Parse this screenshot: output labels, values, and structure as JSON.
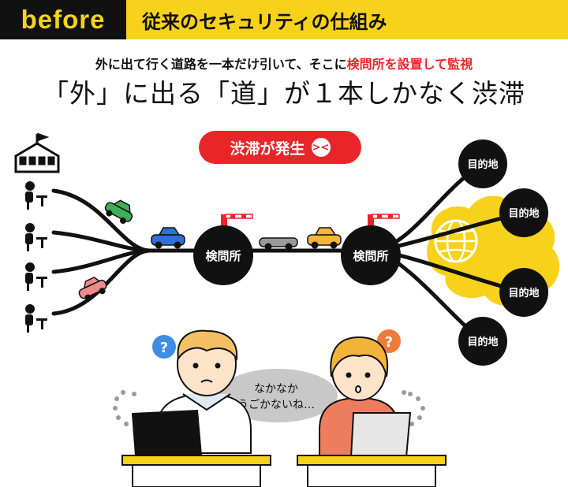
{
  "header": {
    "badge": "before",
    "title": "従来のセキュリティの仕組み"
  },
  "subtitle": {
    "pre": "外に出て行く道路を一本だけ引いて、そこに",
    "highlight": "検問所を設置して監視"
  },
  "headline": "「外」に出る「道」が１本しかなく渋滞",
  "congestion_badge": "渋滞が発生",
  "checkpoints": [
    "検問所",
    "検問所"
  ],
  "destinations": [
    "目的地",
    "目的地",
    "目的地",
    "目的地"
  ],
  "speech": {
    "line1": "なかなか",
    "line2": "うごかないね…"
  },
  "colors": {
    "accent_yellow": "#f7d21a",
    "alert_red": "#e8262a",
    "road": "#111111"
  },
  "icons": [
    "school-building-icon",
    "person-at-desk-icon",
    "car-icon",
    "barrier-gate-icon",
    "globe-cloud-icon",
    "angry-face-icon",
    "question-bubble-icon",
    "loading-spinner-icon"
  ]
}
